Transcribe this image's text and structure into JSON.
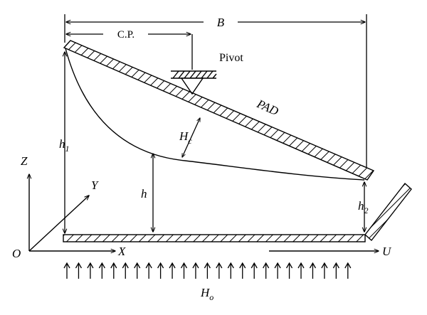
{
  "labels": {
    "b": "B",
    "cp": "C.P.",
    "pivot": "Pivot",
    "pad": "PAD",
    "hc_main": "H",
    "hc_sub": "c",
    "h1_main": "h",
    "h1_sub": "1",
    "h": "h",
    "h2_main": "h",
    "h2_sub": "2",
    "z": "Z",
    "y": "Y",
    "x": "X",
    "o": "O",
    "u": "U",
    "ho_main": "H",
    "ho_sub": "o"
  }
}
